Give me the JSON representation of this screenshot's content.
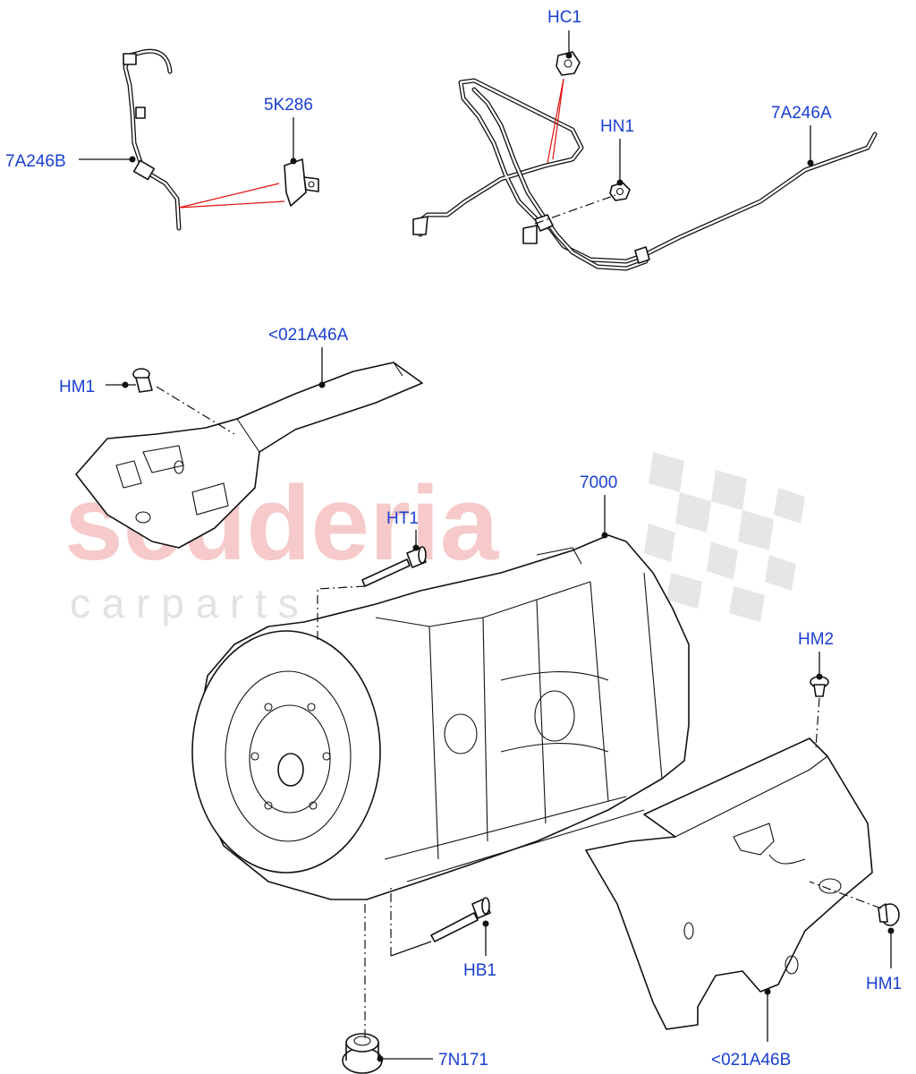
{
  "watermark": {
    "main": "scuderia",
    "sub": "c a r   p a r t s"
  },
  "callouts": {
    "hc1": "HC1",
    "k5286": "5K286",
    "a7246b": "7A246B",
    "hn1": "HN1",
    "a7246a": "7A246A",
    "a021a46a": "<021A46A",
    "hm1_left": "HM1",
    "ht1": "HT1",
    "p7000": "7000",
    "hm2": "HM2",
    "hb1": "HB1",
    "hm1_right": "HM1",
    "n7171": "7N171",
    "a021a46b": "<021A46B"
  },
  "colors": {
    "label": "#1a3fd1",
    "leader": "#111111",
    "indicator": "#e01010",
    "watermark_main": "#f6caca",
    "watermark_checker": "#e4e4e4"
  }
}
